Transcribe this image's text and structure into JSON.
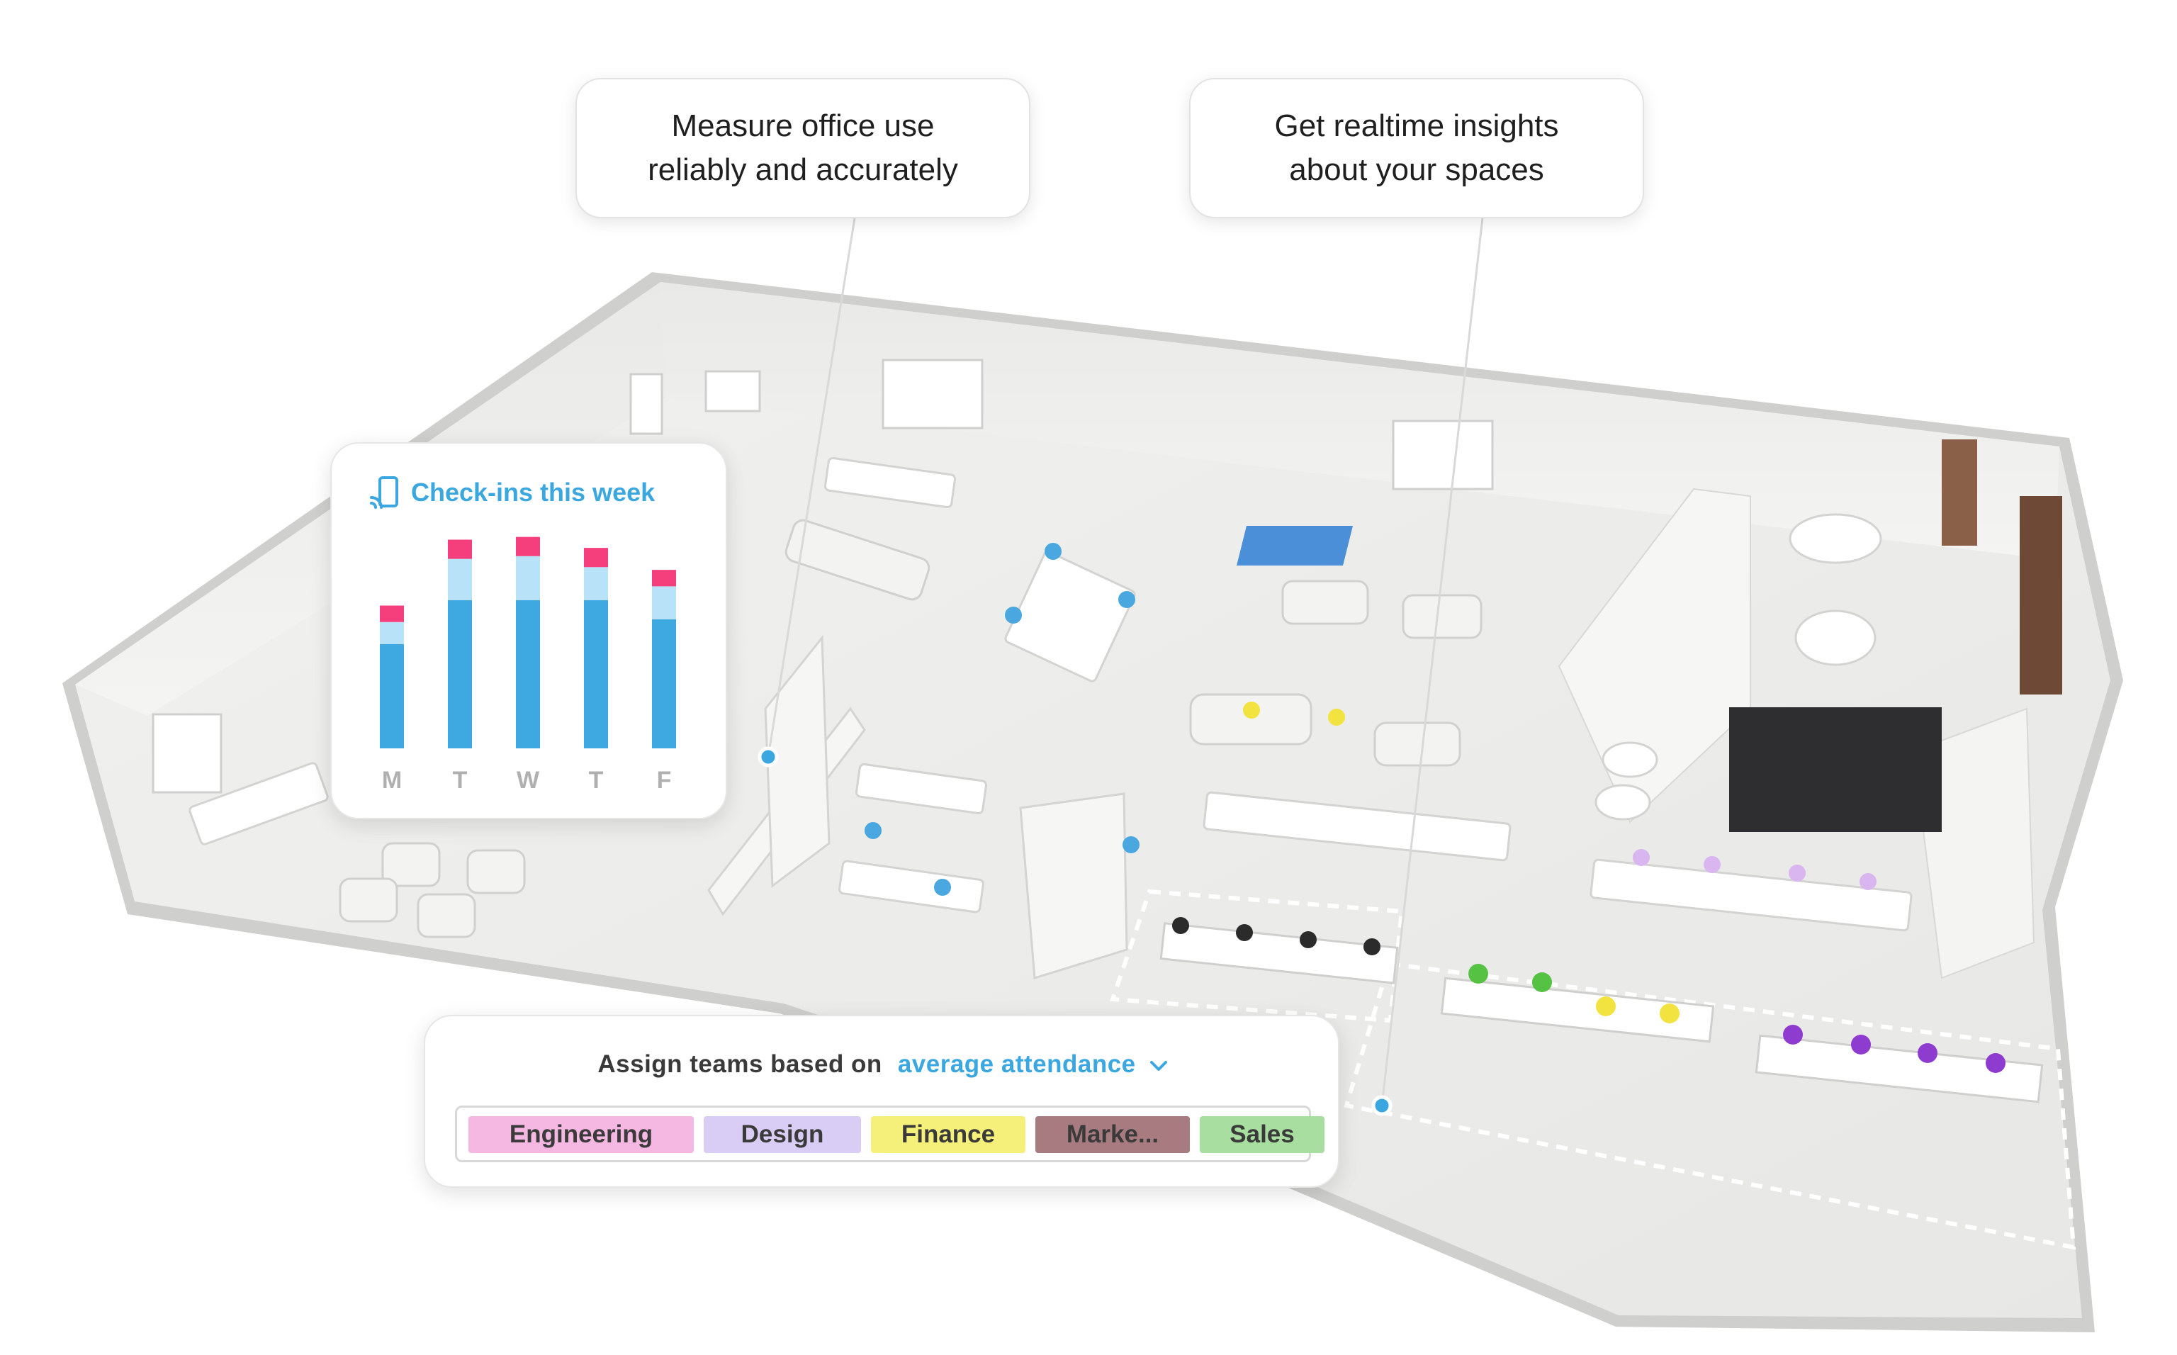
{
  "callouts": {
    "measure": {
      "line1": "Measure office use",
      "line2": "reliably and accurately"
    },
    "insights": {
      "line1": "Get realtime insights",
      "line2": "about your spaces"
    }
  },
  "checkins_card": {
    "title": "Check-ins this week",
    "icon": "phone-checkin-icon",
    "chart_data": {
      "type": "bar",
      "stacked": true,
      "title": "Check-ins this week",
      "categories": [
        "M",
        "T",
        "W",
        "T",
        "F"
      ],
      "series": [
        {
          "values": [
            38,
            54,
            54,
            54,
            47
          ],
          "color": "#3ea8e0"
        },
        {
          "values": [
            8,
            15,
            16,
            12,
            12
          ],
          "color": "#b8e2f8"
        },
        {
          "values": [
            6,
            7,
            7,
            7,
            6
          ],
          "color": "#f43f7c"
        }
      ],
      "ylim": [
        0,
        80
      ],
      "grid": false,
      "legend": "none"
    }
  },
  "assign_card": {
    "label": "Assign teams based on",
    "value": "average attendance",
    "chevron": "chevron-down-icon",
    "teams": [
      {
        "name": "Engineering",
        "color": "#f5b8e2"
      },
      {
        "name": "Design",
        "color": "#d9cdf5"
      },
      {
        "name": "Finance",
        "color": "#f5f07a"
      },
      {
        "name": "Marke...",
        "color": "#a87b80"
      },
      {
        "name": "Sales",
        "color": "#a8dfa0"
      }
    ]
  },
  "colors": {
    "accent": "#3ba7e0",
    "floor": "#eeeeec",
    "wall": "#dcdcda"
  }
}
